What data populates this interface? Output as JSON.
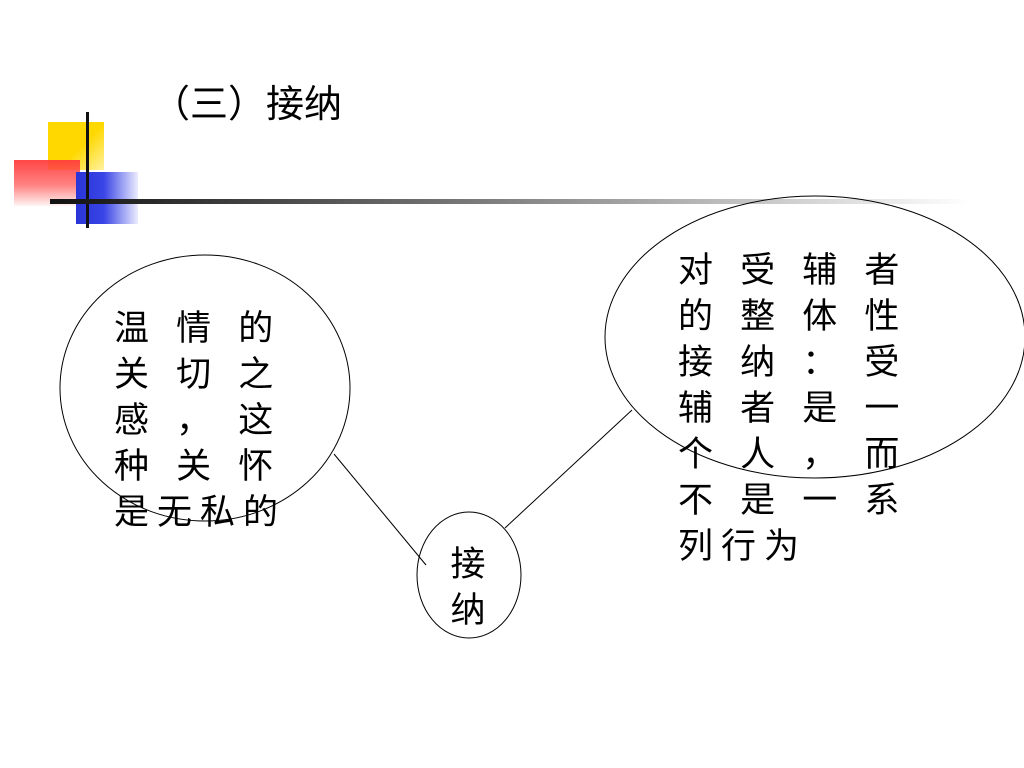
{
  "title": "（三）接纳",
  "diagram": {
    "center": "接\n纳",
    "left": "温 情 的 关 切 之 感 ， 这 种 关 怀 是无私的",
    "right": "对 受 辅 者 的 整 体 性 接 纳 ： 受 辅 者 是 一 个 人 ， 而 不 是 一 系 列行为"
  },
  "colors": {
    "logo_yellow": "#ffd800",
    "logo_red": "#ff3c3c",
    "logo_blue": "#2a35d8"
  }
}
